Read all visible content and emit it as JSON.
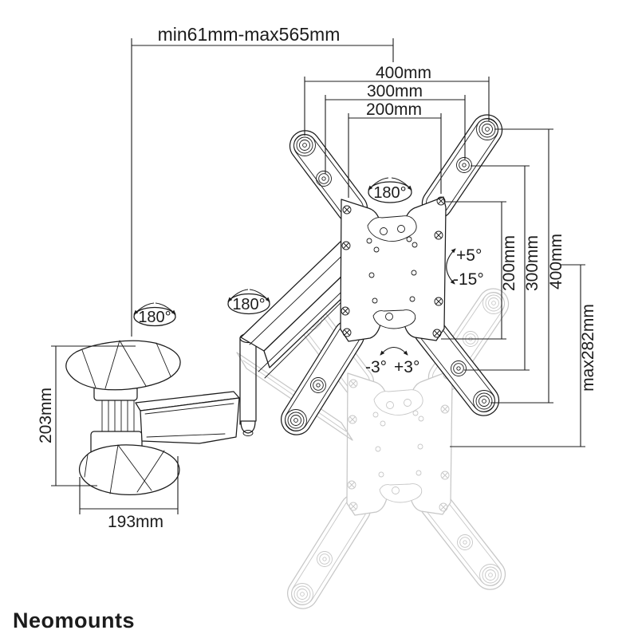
{
  "brand": {
    "name": "Neomounts"
  },
  "dimensions": {
    "arm_extension": "min61mm-max565mm",
    "vesa_width_400": "400mm",
    "vesa_width_300": "300mm",
    "vesa_width_200": "200mm",
    "vesa_height_200": "200mm",
    "vesa_height_300": "300mm",
    "vesa_height_400": "400mm",
    "max_drop": "max282mm",
    "wall_plate_height": "203mm",
    "wall_plate_width": "193mm"
  },
  "angles": {
    "plate_swivel": "180°",
    "arm_swivel": "180°",
    "wall_swivel": "180°",
    "tilt_up": "+5°",
    "tilt_down": "-15°",
    "level_left": "-3°",
    "level_right": "+3°"
  },
  "colors": {
    "line": "#1c1c1c",
    "ghost": "#c7c7c7",
    "logo": "#8e8e8e",
    "background": "#ffffff"
  }
}
